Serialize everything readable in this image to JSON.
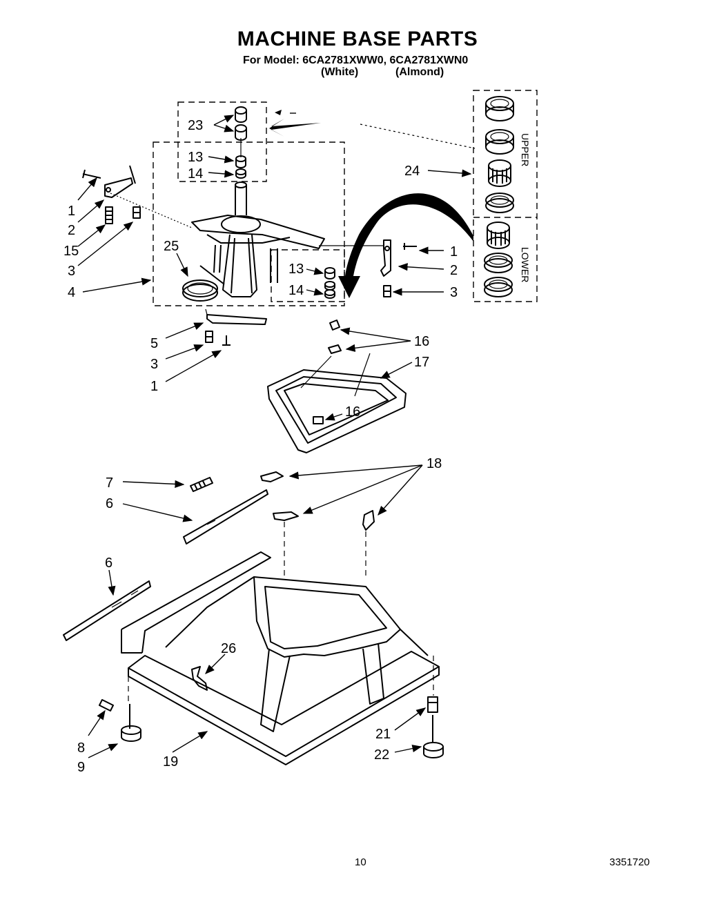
{
  "title": "MACHINE BASE PARTS",
  "subtitle": "For Model: 6CA2781XWW0, 6CA2781XWN0",
  "variants": [
    "(White)",
    "(Almond)"
  ],
  "footer": {
    "page_number": "10",
    "document_number": "3351720"
  },
  "inset_labels": {
    "upper": "UPPER",
    "lower": "LOWER"
  },
  "callouts": [
    {
      "id": "c23",
      "text": "23"
    },
    {
      "id": "c13a",
      "text": "13"
    },
    {
      "id": "c14a",
      "text": "14"
    },
    {
      "id": "c24",
      "text": "24"
    },
    {
      "id": "c1a",
      "text": "1"
    },
    {
      "id": "c2a",
      "text": "2"
    },
    {
      "id": "c15",
      "text": "15"
    },
    {
      "id": "c3a",
      "text": "3"
    },
    {
      "id": "c25",
      "text": "25"
    },
    {
      "id": "c4",
      "text": "4"
    },
    {
      "id": "c1b",
      "text": "1"
    },
    {
      "id": "c2b",
      "text": "2"
    },
    {
      "id": "c13b",
      "text": "13"
    },
    {
      "id": "c14b",
      "text": "14"
    },
    {
      "id": "c3b",
      "text": "3"
    },
    {
      "id": "c16a",
      "text": "16"
    },
    {
      "id": "c5",
      "text": "5"
    },
    {
      "id": "c17",
      "text": "17"
    },
    {
      "id": "c3c",
      "text": "3"
    },
    {
      "id": "c1c",
      "text": "1"
    },
    {
      "id": "c16b",
      "text": "16"
    },
    {
      "id": "c7",
      "text": "7"
    },
    {
      "id": "c18",
      "text": "18"
    },
    {
      "id": "c6a",
      "text": "6"
    },
    {
      "id": "c6b",
      "text": "6"
    },
    {
      "id": "c26",
      "text": "26"
    },
    {
      "id": "c8",
      "text": "8"
    },
    {
      "id": "c21",
      "text": "21"
    },
    {
      "id": "c9",
      "text": "9"
    },
    {
      "id": "c19",
      "text": "19"
    },
    {
      "id": "c22",
      "text": "22"
    }
  ]
}
